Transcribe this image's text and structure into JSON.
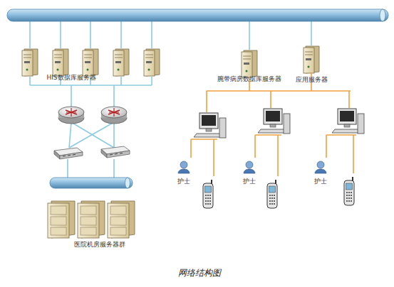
{
  "diagram": {
    "caption": "网络结构图",
    "nodes": [
      {
        "text": [
          "HIS数据库服务器"
        ]
      },
      {
        "text": [
          "医院机房服务器群"
        ]
      },
      {
        "text": [
          "腕带病房数据库服务器"
        ]
      },
      {
        "text": [
          "应用服务器"
        ]
      },
      {
        "text": [
          "护士"
        ]
      },
      {
        "text": [
          "护士"
        ]
      },
      {
        "text": [
          "护士"
        ]
      }
    ]
  }
}
